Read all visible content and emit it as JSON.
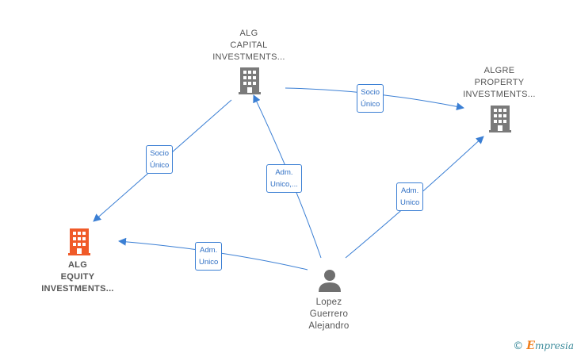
{
  "colors": {
    "edge": "#3b7fd4",
    "company_icon": "#7a7a7a",
    "highlight_icon": "#f05a28",
    "person_icon": "#6f6f6f"
  },
  "nodes": {
    "alg_capital": {
      "lines": [
        "ALG",
        "CAPITAL",
        "INVESTMENTS..."
      ],
      "icon": "building-icon"
    },
    "algre_property": {
      "lines": [
        "ALGRE",
        "PROPERTY",
        "INVESTMENTS..."
      ],
      "icon": "building-icon"
    },
    "alg_equity": {
      "lines": [
        "ALG",
        "EQUITY",
        "INVESTMENTS..."
      ],
      "icon": "building-icon"
    },
    "person": {
      "lines": [
        "Lopez",
        "Guerrero",
        "Alejandro"
      ],
      "icon": "person-icon"
    }
  },
  "edges": {
    "capital_to_property": {
      "lines": [
        "Socio",
        "Único"
      ]
    },
    "capital_to_equity": {
      "lines": [
        "Socio",
        "Único"
      ]
    },
    "person_to_capital": {
      "lines": [
        "Adm.",
        "Unico,..."
      ]
    },
    "person_to_property": {
      "lines": [
        "Adm.",
        "Unico"
      ]
    },
    "person_to_equity": {
      "lines": [
        "Adm.",
        "Unico"
      ]
    }
  },
  "watermark": {
    "symbol": "©",
    "brand_initial": "E",
    "brand_rest": "mpresia"
  }
}
